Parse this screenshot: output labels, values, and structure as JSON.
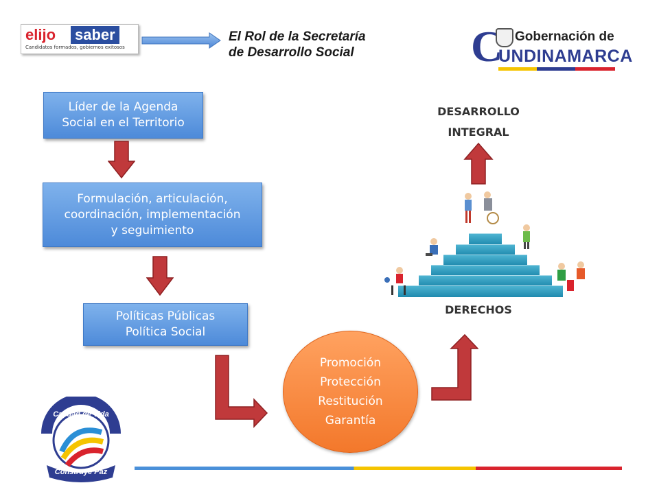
{
  "header": {
    "title_line1": "El Rol de la Secretaría",
    "title_line2": "de Desarrollo Social",
    "logo_left": {
      "word1": "elijo",
      "word2": "saber",
      "tagline": "Candidatos formados, gobiernos exitosos"
    },
    "logo_right": {
      "line1": "Gobernación de",
      "line2": "UNDINAMARCA",
      "initial": "C"
    }
  },
  "flow": {
    "box1": [
      "Líder de la Agenda",
      "Social en el Territorio"
    ],
    "box2": [
      "Formulación, articulación,",
      "coordinación, implementación",
      "y seguimiento"
    ],
    "box3": [
      "Políticas Públicas",
      "Política Social"
    ],
    "circle": [
      "Promoción",
      "Protección",
      "Restitución",
      "Garantía"
    ]
  },
  "pyramid": {
    "top_label": [
      "DESARROLLO",
      "INTEGRAL"
    ],
    "bottom_label": "DERECHOS"
  },
  "bottom_logo": {
    "arc_text": "Calidad de Vida",
    "bottom_text": "Construye Paz"
  },
  "colors": {
    "blue": "#5b95de",
    "orange": "#f58634",
    "arrow_red": "#c0393b",
    "step_teal": "#2a9bbd"
  }
}
